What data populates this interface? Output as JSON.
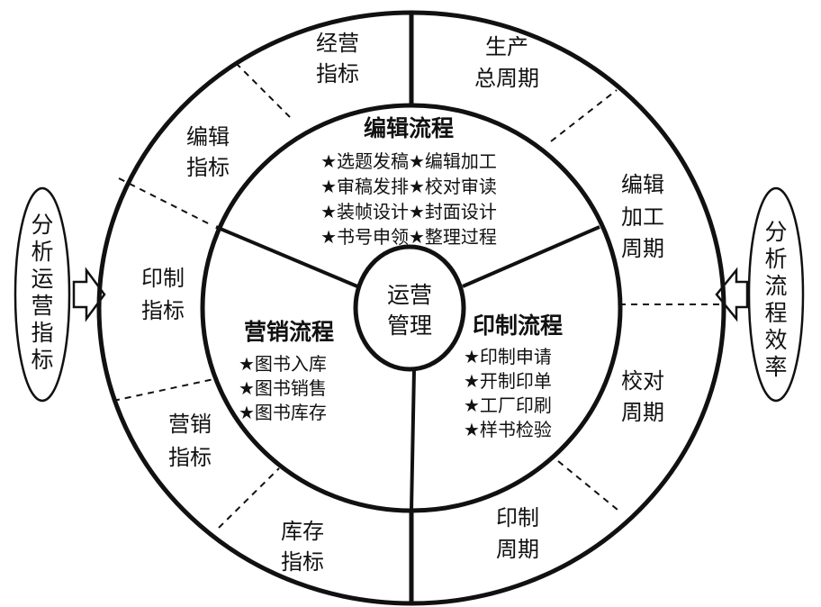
{
  "side_labels": {
    "left": [
      "分",
      "析",
      "运",
      "营",
      "指",
      "标"
    ],
    "right": [
      "分",
      "析",
      "流",
      "程",
      "效",
      "率"
    ]
  },
  "outer_ring": {
    "business_metrics": [
      "经营",
      "指标"
    ],
    "editorial_metrics": [
      "编辑",
      "指标"
    ],
    "printing_metrics": [
      "印制",
      "指标"
    ],
    "marketing_metrics": [
      "营销",
      "指标"
    ],
    "inventory_metrics": [
      "库存",
      "指标"
    ],
    "production_cycle": [
      "生产",
      "总周期"
    ],
    "editing_cycle": [
      "编辑",
      "加工",
      "周期"
    ],
    "proofreading_cycle": [
      "校对",
      "周期"
    ],
    "printing_cycle": [
      "印制",
      "周期"
    ]
  },
  "center": [
    "运营",
    "管理"
  ],
  "processes": {
    "editorial": {
      "title": "编辑流程",
      "rows": [
        "★选题发稿★编辑加工",
        "★审稿发排★校对审读",
        "★装帧设计★封面设计",
        "★书号申领★整理过程"
      ]
    },
    "marketing": {
      "title": "营销流程",
      "items": [
        "★图书入库",
        "★图书销售",
        "★图书库存"
      ]
    },
    "printing": {
      "title": "印制流程",
      "items": [
        "★印制申请",
        "★开制印单",
        "★工厂印刷",
        "★样书检验"
      ]
    }
  }
}
